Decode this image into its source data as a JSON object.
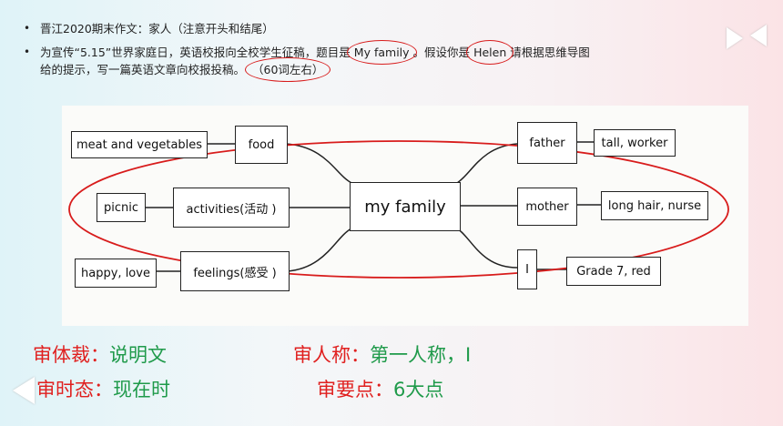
{
  "bullets": [
    {
      "text": "晋江2020期末作文：家人（注意开头和结尾）"
    },
    {
      "text_a": "为宣传“5.15”世界家庭日，英语校报向全校学生征稿，题目是",
      "title": "My family",
      "text_b": "。假设你是",
      "name": "Helen",
      "text_c": "请根据思维导图",
      "text_d": "给的提示，写一篇英语文章向校报投稿。",
      "word_limit": "（60词左右）"
    }
  ],
  "mindmap": {
    "center": "my family",
    "left": [
      {
        "branch": "food",
        "detail": "meat and vegetables"
      },
      {
        "branch": "activities(活动 )",
        "detail": "picnic"
      },
      {
        "branch": "feelings(感受 )",
        "detail": "happy, love"
      }
    ],
    "right": [
      {
        "branch": "father",
        "detail": "tall, worker"
      },
      {
        "branch": "mother",
        "detail": "long hair, nurse"
      },
      {
        "branch": "I",
        "detail": "Grade 7, red"
      }
    ]
  },
  "analysis": [
    {
      "label": "审体裁：",
      "value": "说明文"
    },
    {
      "label": "审人称：",
      "value": "第一人称，I"
    },
    {
      "label": "审时态：",
      "value": "现在时"
    },
    {
      "label": "审要点：",
      "value": "6大点"
    }
  ],
  "colors": {
    "label": "#e0201f",
    "value": "#1f9a4a",
    "highlight_circle": "#d81c1c"
  }
}
